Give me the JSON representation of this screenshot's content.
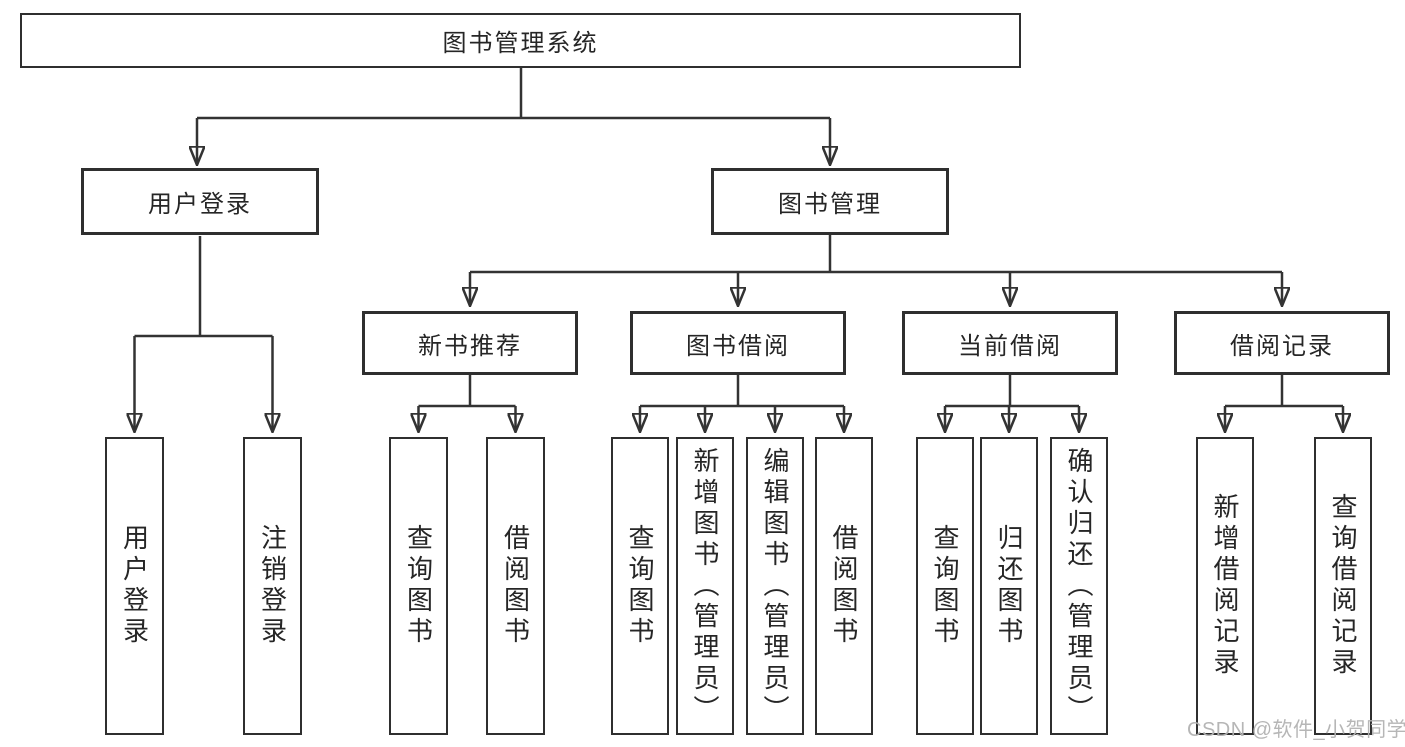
{
  "nodes": {
    "root": "图书管理系统",
    "user_login": "用户登录",
    "book_management": "图书管理",
    "new_book_recommend": "新书推荐",
    "book_borrow": "图书借阅",
    "current_borrow": "当前借阅",
    "borrow_record": "借阅记录"
  },
  "leaves": {
    "user_login": [
      "用户登录",
      "注销登录"
    ],
    "new_book_recommend": [
      "查询图书",
      "借阅图书"
    ],
    "book_borrow": [
      "查询图书",
      "新增图书（管理员）",
      "编辑图书（管理员）",
      "借阅图书"
    ],
    "current_borrow": [
      "查询图书",
      "归还图书",
      "确认归还（管理员）"
    ],
    "borrow_record": [
      "新增借阅记录",
      "查询借阅记录"
    ]
  },
  "watermark": "CSDN @软件_小贺同学",
  "colors": {
    "line": "#333333",
    "box_border": "#2f2f2f",
    "text": "#262626",
    "background": "#ffffff",
    "watermark": "#b3b3b3"
  }
}
